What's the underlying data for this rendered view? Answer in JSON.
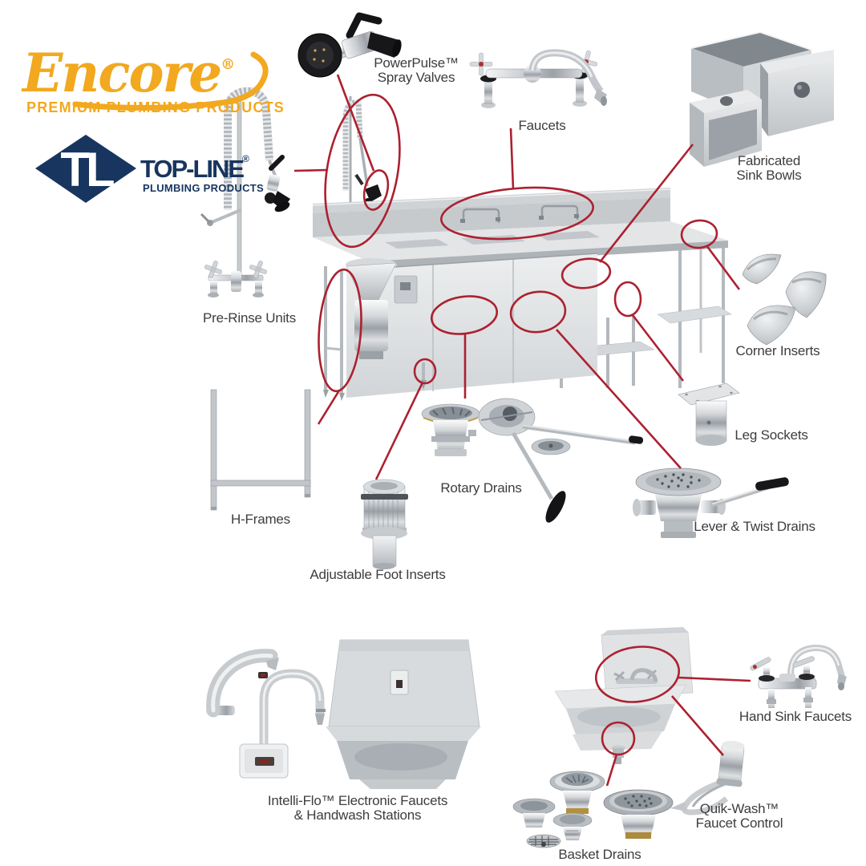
{
  "colors": {
    "background": "#FFFFFF",
    "callout_red": "#AC2130",
    "encore_gold": "#F2A81F",
    "topline_navy": "#17355F",
    "label_gray": "#3D3D3F"
  },
  "brand": {
    "encore": {
      "name": "Encore",
      "reg": "®",
      "tagline": "PREMIUM PLUMBING PRODUCTS"
    },
    "topline": {
      "monogram": "TL",
      "name": "TOP-LINE",
      "reg": "®",
      "tagline": "PLUMBING PRODUCTS"
    }
  },
  "products": {
    "powerpulse": {
      "line1": "PowerPulse™",
      "line2": "Spray Valves"
    },
    "faucets": {
      "line1": "Faucets"
    },
    "fabricated": {
      "line1": "Fabricated",
      "line2": "Sink Bowls"
    },
    "prerinse": {
      "line1": "Pre-Rinse Units"
    },
    "corner": {
      "line1": "Corner Inserts"
    },
    "legsockets": {
      "line1": "Leg Sockets"
    },
    "hframes": {
      "line1": "H-Frames"
    },
    "rotary": {
      "line1": "Rotary Drains"
    },
    "adjustable": {
      "line1": "Adjustable Foot Inserts"
    },
    "lever": {
      "line1": "Lever & Twist Drains"
    },
    "intelliflo": {
      "line1": "Intelli-Flo™ Electronic Faucets",
      "line2": "& Handwash Stations"
    },
    "handsinkfaucets": {
      "line1": "Hand Sink Faucets"
    },
    "basket": {
      "line1": "Basket Drains"
    },
    "quikwash": {
      "line1": "Quik-Wash™",
      "line2": "Faucet Control"
    }
  }
}
